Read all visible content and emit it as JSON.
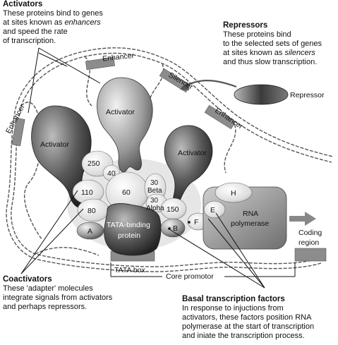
{
  "activators_block": {
    "title": "Activators",
    "line1": "These proteins bind to genes",
    "line2_prefix": "at sites known as ",
    "line2_emph": "enhancers",
    "line3": "and speed the rate",
    "line4": "of transcription."
  },
  "repressors_block": {
    "title": "Repressors",
    "line1": "These proteins bind",
    "line2": "to the selected sets of genes",
    "line3_prefix": "at sites known as ",
    "line3_emph": "silencers",
    "line4": "and thus slow transcription."
  },
  "coactivators_block": {
    "title": "Coactivators",
    "line1": "These 'adapter' molecules",
    "line2": "integrate signals from activators",
    "line3": "and perhaps repressors."
  },
  "basal_block": {
    "title": "Basal transcription factors",
    "line1": "In response to injuctions from",
    "line2": "activators, these factors position RNA",
    "line3": "polymerase at the start of transcription",
    "line4": "and iniate the transcription process."
  },
  "dna_labels": {
    "enhancer_top": "Enhancer",
    "enhancer_left": "Enhancer",
    "silencer": "Silencer",
    "enhancer_right": "Enhancer",
    "tata_box": "TATA box",
    "core_promotor": "Core promotor",
    "coding_region_1": "Coding",
    "coding_region_2": "region"
  },
  "protein_labels": {
    "activator_left": "Activator",
    "activator_center": "Activator",
    "activator_right": "Activator",
    "repressor": "Repressor",
    "c250": "250",
    "c40": "40",
    "c60": "60",
    "c110": "110",
    "c80": "80",
    "c30beta_1": "30",
    "c30beta_2": "Beta",
    "c30alpha_1": "30",
    "c30alpha_2": "Alpha",
    "c150": "150",
    "tbp_1": "TATA-binding",
    "tbp_2": "protein",
    "A": "A",
    "B": "B",
    "F": "F",
    "E": "E",
    "H": "H",
    "rnapol_1": "RNA",
    "rnapol_2": "polymerase"
  }
}
